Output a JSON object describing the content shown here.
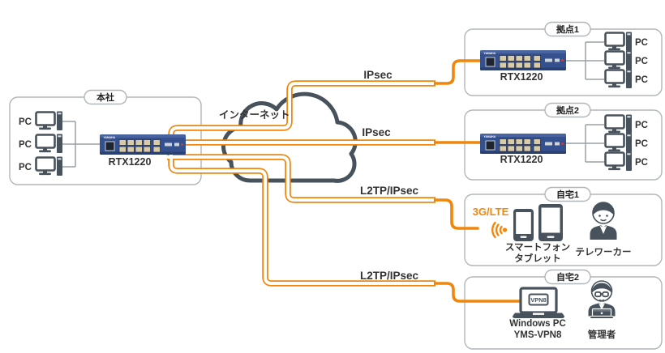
{
  "colors": {
    "orange": "#F0860B",
    "slate": "#47525C",
    "box-border": "#B0B6BA",
    "conn-gray": "#9AA1A7",
    "text": "#333333",
    "router-blue": "#35508E"
  },
  "router": {
    "brand": "YAMAHA"
  },
  "internet_label": "インターネット",
  "links": {
    "branch1": "IPsec",
    "branch2": "IPsec",
    "home1": "L2TP/IPsec",
    "home2": "L2TP/IPsec"
  },
  "hq": {
    "label": "本社",
    "router_model": "RTX1220",
    "pcs": [
      "PC",
      "PC",
      "PC"
    ]
  },
  "branch1": {
    "label": "拠点1",
    "router_model": "RTX1220",
    "pcs": [
      "PC",
      "PC",
      "PC"
    ]
  },
  "branch2": {
    "label": "拠点2",
    "router_model": "RTX1220",
    "pcs": [
      "PC",
      "PC",
      "PC"
    ]
  },
  "home1": {
    "label": "自宅1",
    "network": "3G/LTE",
    "device_line1": "スマートフォン",
    "device_line2": "タブレット",
    "person": "テレワーカー"
  },
  "home2": {
    "label": "自宅2",
    "badge": "VPN8",
    "device_line1": "Windows PC",
    "device_line2": "YMS-VPN8",
    "person": "管理者"
  }
}
